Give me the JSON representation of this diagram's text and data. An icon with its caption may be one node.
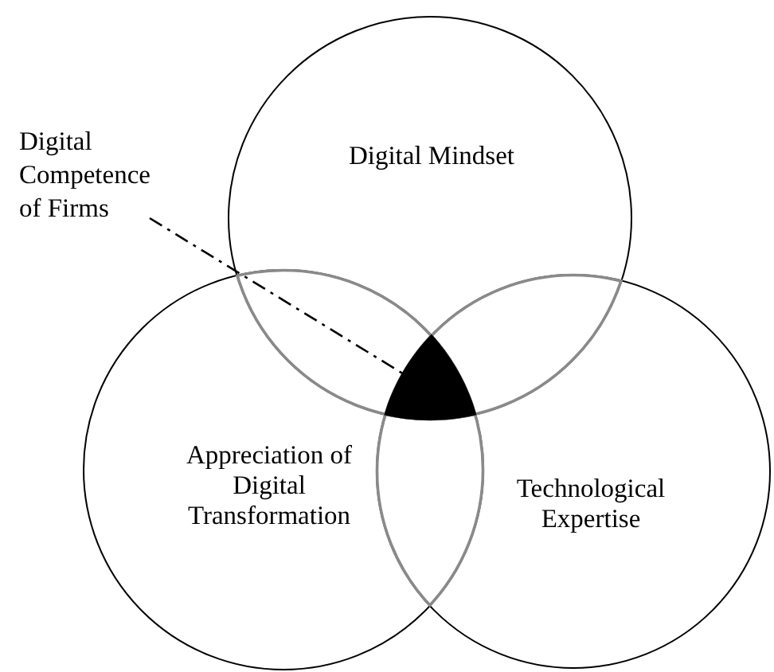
{
  "diagram": {
    "nodes": [
      {
        "text": [
          "Digital Mindset"
        ]
      },
      {
        "text": [
          "Appreciation of Digital Transformation"
        ]
      },
      {
        "text": [
          "Technological Expertise"
        ]
      },
      {
        "text": [
          "Digital Competence of Firms"
        ]
      },
      {
        "text": [],
        "shape": "triangle"
      }
    ],
    "edges": [
      {
        "from": 3,
        "to": 4,
        "arrow": "none",
        "style": "dashed"
      }
    ]
  }
}
